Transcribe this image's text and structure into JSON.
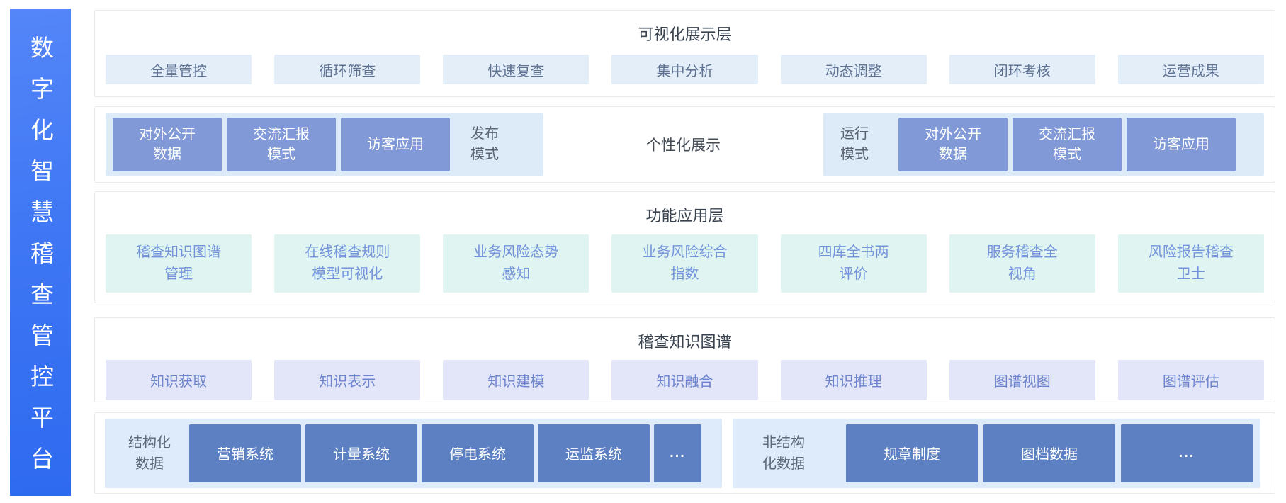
{
  "platform": {
    "title": "数字化智慧稽查管控平台"
  },
  "layers": {
    "visualization": {
      "title": "可视化展示层",
      "items": [
        "全量管控",
        "循环筛查",
        "快速复查",
        "集中分析",
        "动态调整",
        "闭环考核",
        "运营成果"
      ]
    },
    "display_modes": {
      "publish_group": {
        "boxes": [
          "对外公开\n数据",
          "交流汇报\n模式",
          "访客应用"
        ],
        "label": "发布\n模式"
      },
      "center_label": "个性化展示",
      "run_group": {
        "label": "运行\n模式",
        "boxes": [
          "对外公开\n数据",
          "交流汇报\n模式",
          "访客应用"
        ]
      }
    },
    "function_application": {
      "title": "功能应用层",
      "items": [
        "稽查知识图谱\n管理",
        "在线稽查规则\n模型可视化",
        "业务风险态势\n感知",
        "业务风险综合\n指数",
        "四库全书两\n评价",
        "服务稽查全\n视角",
        "风险报告稽查\n卫士"
      ]
    },
    "knowledge_graph": {
      "title": "稽查知识图谱",
      "items": [
        "知识获取",
        "知识表示",
        "知识建模",
        "知识融合",
        "知识推理",
        "图谱视图",
        "图谱评估"
      ]
    },
    "data_sources": {
      "structured": {
        "label": "结构化\n数据",
        "boxes": [
          "营销系统",
          "计量系统",
          "停电系统",
          "运监系统",
          "..."
        ]
      },
      "unstructured": {
        "label": "非结构\n化数据",
        "boxes": [
          "规章制度",
          "图档数据",
          "..."
        ]
      }
    }
  },
  "colors": {
    "sidebar_gradient_start": "#5486f8",
    "sidebar_gradient_end": "#2e6af0",
    "visualization_item_bg": "#e3eef9",
    "mode_group_bg": "#ddebf9",
    "mode_box_bg": "#8199d6",
    "function_item_bg": "#e0f4f2",
    "knowledge_item_bg": "#e3e6f8",
    "data_group_bg": "#ddebfa",
    "data_box_bg": "#5c80c1"
  }
}
